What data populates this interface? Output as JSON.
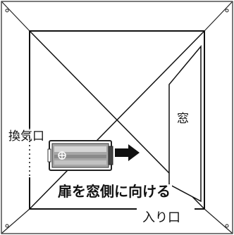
{
  "labels": {
    "window": "窓",
    "vent": "換気口",
    "door_instruction": "扉を窓側に向ける",
    "entrance": "入り口"
  },
  "colors": {
    "line": "#111111",
    "background": "#ffffff",
    "device_body": "#9a9a9a",
    "device_frame": "#222222"
  },
  "icons": {
    "device": "air-purifier-unit",
    "arrow": "arrow-right-icon"
  }
}
